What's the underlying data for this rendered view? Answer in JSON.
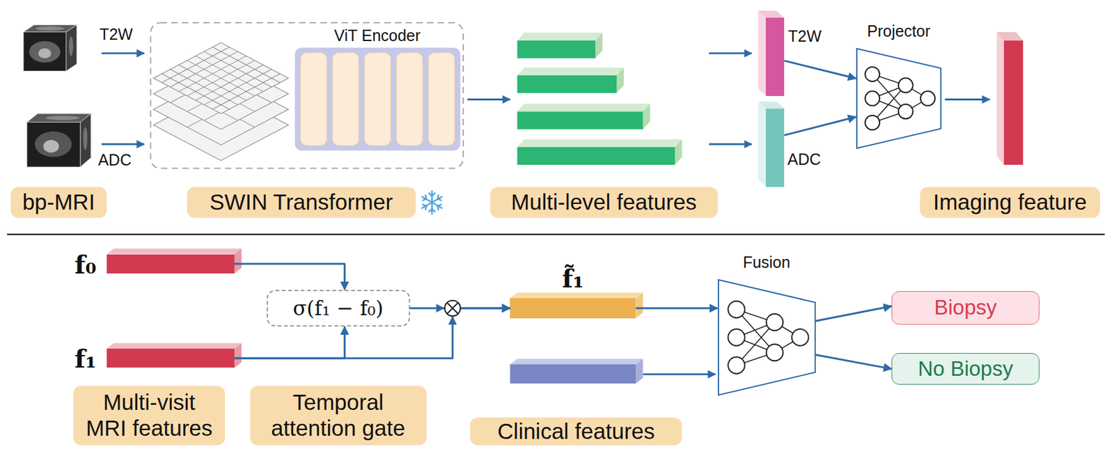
{
  "diagram": {
    "nodes": [
      {
        "text": [
          "ViT Encoder"
        ]
      },
      {
        "text": [
          "T2W"
        ]
      },
      {
        "text": [
          "ADC"
        ]
      },
      {
        "text": [
          "Projector"
        ]
      },
      {
        "text": [
          "bp-MRI"
        ]
      },
      {
        "text": [
          "SWIN Transformer"
        ]
      },
      {
        "text": [
          "Multi-level features"
        ]
      },
      {
        "text": [
          "Imaging feature"
        ]
      },
      {
        "text": [
          "f₀"
        ]
      },
      {
        "text": [
          "σ(f₁ − f₀)"
        ]
      },
      {
        "text": [
          "f̃₁"
        ]
      },
      {
        "text": [
          "Fusion"
        ]
      },
      {
        "text": [
          "Biopsy"
        ]
      },
      {
        "text": [
          "f₁"
        ]
      },
      {
        "text": [
          "No Biopsy"
        ]
      },
      {
        "text": [
          "Multi-visit MRI features"
        ]
      },
      {
        "text": [
          "Temporal attention gate"
        ]
      },
      {
        "text": [
          "Clinical features"
        ]
      }
    ],
    "edges": [
      {
        "from": 1,
        "to": 3,
        "arrow": "to"
      },
      {
        "from": 2,
        "to": 3,
        "arrow": "to"
      },
      {
        "from": 8,
        "to": 9,
        "arrow": "to"
      },
      {
        "from": 13,
        "to": 9,
        "arrow": "to"
      },
      {
        "from": 9,
        "to": 10,
        "arrow": "to"
      },
      {
        "from": 13,
        "to": 10,
        "arrow": "to"
      },
      {
        "from": 10,
        "to": 11,
        "arrow": "to"
      },
      {
        "from": 11,
        "to": 12,
        "arrow": "to"
      },
      {
        "from": 11,
        "to": 14,
        "arrow": "to"
      }
    ],
    "labels": [
      "T2W",
      "ADC"
    ]
  }
}
